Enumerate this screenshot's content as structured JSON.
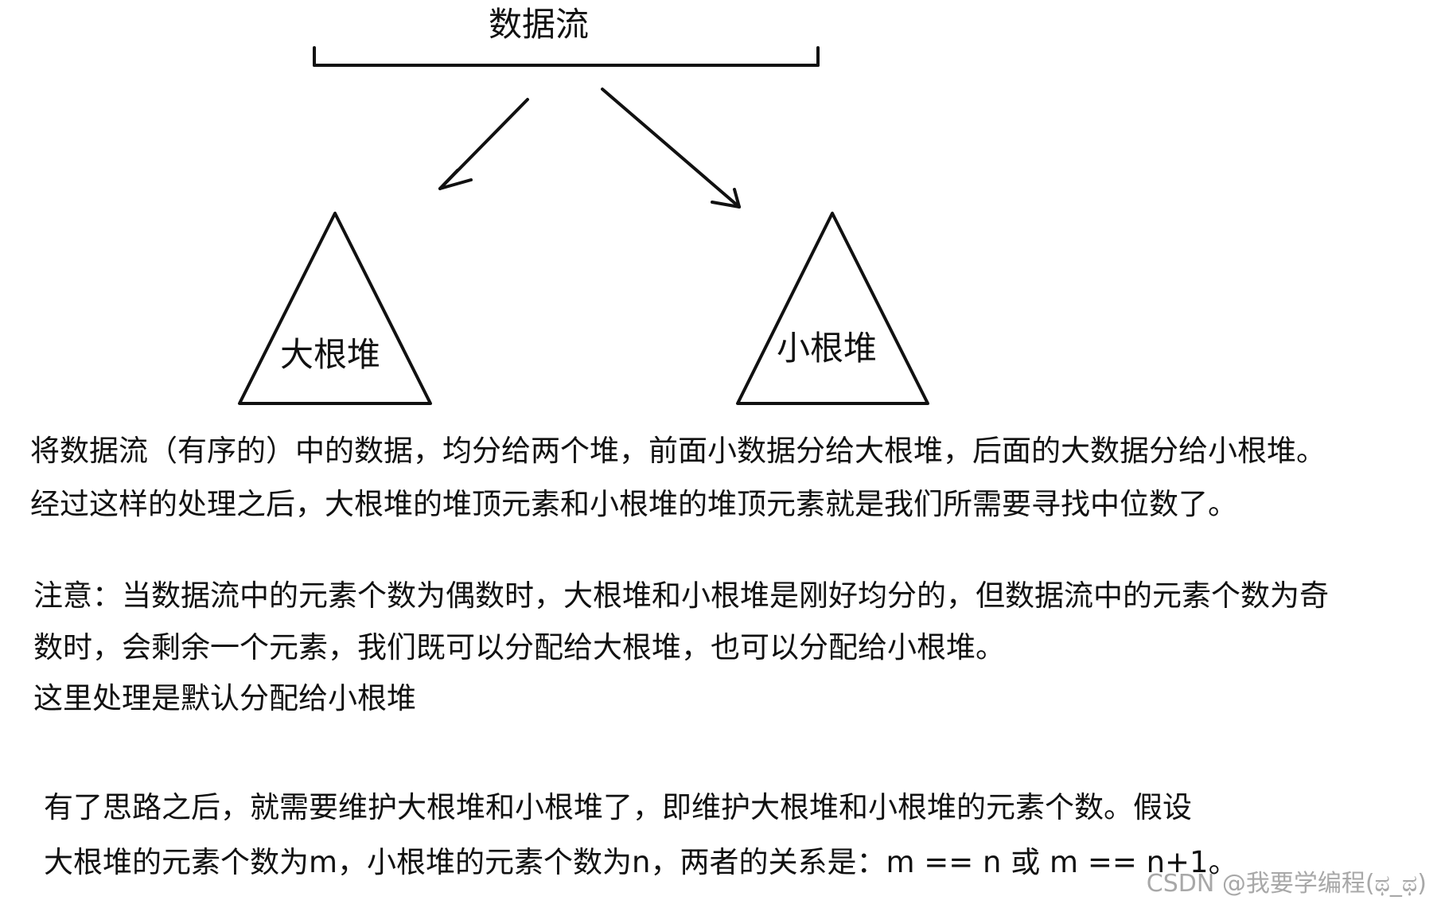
{
  "diagram": {
    "source_label": "数据流",
    "left_heap_label": "大根堆",
    "right_heap_label": "小根堆"
  },
  "paragraphs": [
    {
      "lines": [
        "将数据流（有序的）中的数据，均分给两个堆，前面小数据分给大根堆，后面的大数据分给小根堆。",
        "经过这样的处理之后，大根堆的堆顶元素和小根堆的堆顶元素就是我们所需要寻找中位数了。"
      ]
    },
    {
      "lines": [
        "注意：当数据流中的元素个数为偶数时，大根堆和小根堆是刚好均分的，但数据流中的元素个数为奇",
        "数时，会剩余一个元素，我们既可以分配给大根堆，也可以分配给小根堆。",
        "这里处理是默认分配给小根堆"
      ]
    },
    {
      "lines": [
        "有了思路之后，就需要维护大根堆和小根堆了，即维护大根堆和小根堆的元素个数。假设",
        "大根堆的元素个数为m，小根堆的元素个数为n，两者的关系是：m == n 或 m == n+1。"
      ]
    }
  ],
  "watermark": "CSDN @我要学编程(ಥ_ಥ)"
}
